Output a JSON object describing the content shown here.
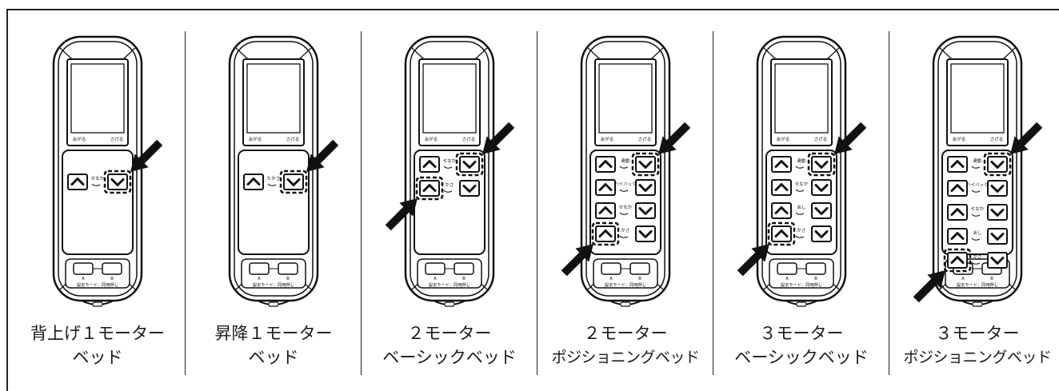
{
  "remote_labels": {
    "up_label": "あがる",
    "down_label": "さげる",
    "button_a": "A",
    "button_b": "B",
    "setting_note": "設定モード：同時押し"
  },
  "panels": [
    {
      "caption": [
        "背上げ１モーター",
        "ベッド"
      ],
      "rows": [
        {
          "label": "せなか",
          "up_highlight": false,
          "down_highlight": true
        }
      ],
      "arrows": [
        "down"
      ]
    },
    {
      "caption": [
        "昇降１モーター",
        "ベッド"
      ],
      "rows": [
        {
          "label": "たかさ",
          "up_highlight": false,
          "down_highlight": true
        }
      ],
      "arrows": [
        "down"
      ]
    },
    {
      "caption": [
        "２モーター",
        "ベーシックベッド"
      ],
      "rows": [
        {
          "label": "せなか",
          "up_highlight": false,
          "down_highlight": true
        },
        {
          "label": "かさ",
          "up_highlight": true,
          "down_highlight": false
        }
      ],
      "arrows": [
        "down",
        "up"
      ]
    },
    {
      "caption": [
        "２モーター",
        "ポジショニングベッド"
      ],
      "rows": [
        {
          "label": "連動",
          "up_highlight": false,
          "down_highlight": true
        },
        {
          "label": "ハイバック",
          "up_highlight": false,
          "down_highlight": false
        },
        {
          "label": "せなか",
          "up_highlight": false,
          "down_highlight": false
        },
        {
          "label": "かさ",
          "up_highlight": true,
          "down_highlight": false
        }
      ],
      "arrows": [
        "down",
        "up"
      ]
    },
    {
      "caption": [
        "３モーター",
        "ベーシックベッド"
      ],
      "rows": [
        {
          "label": "連動",
          "up_highlight": false,
          "down_highlight": true
        },
        {
          "label": "せなか",
          "up_highlight": false,
          "down_highlight": false
        },
        {
          "label": "あし",
          "up_highlight": false,
          "down_highlight": false
        },
        {
          "label": "かさ",
          "up_highlight": true,
          "down_highlight": false
        }
      ],
      "arrows": [
        "down",
        "up"
      ]
    },
    {
      "caption": [
        "３モーター",
        "ポジショニングベッド"
      ],
      "rows": [
        {
          "label": "連動",
          "up_highlight": false,
          "down_highlight": true
        },
        {
          "label": "ハイバック",
          "up_highlight": false,
          "down_highlight": false
        },
        {
          "label": "せなか",
          "up_highlight": false,
          "down_highlight": false
        },
        {
          "label": "あし",
          "up_highlight": false,
          "down_highlight": false
        },
        {
          "label": "かさ",
          "up_highlight": true,
          "down_highlight": false
        }
      ],
      "arrows": [
        "down",
        "up"
      ]
    }
  ]
}
